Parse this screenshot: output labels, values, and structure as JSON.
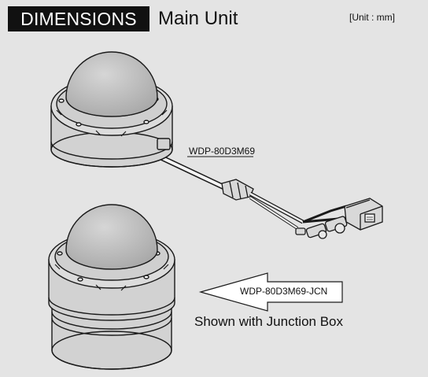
{
  "header": {
    "section_label": "DIMENSIONS",
    "title": "Main Unit",
    "unit": "[Unit : mm]"
  },
  "camera_top": {
    "model": "WDP-80D3M69"
  },
  "camera_bottom": {
    "model": "WDP-80D3M69-JCN",
    "caption": "Shown with Junction Box"
  },
  "colors": {
    "background": "#e4e4e4",
    "badge": "#111111",
    "line": "#1a1a1a",
    "dome": "#bdbdbd"
  }
}
